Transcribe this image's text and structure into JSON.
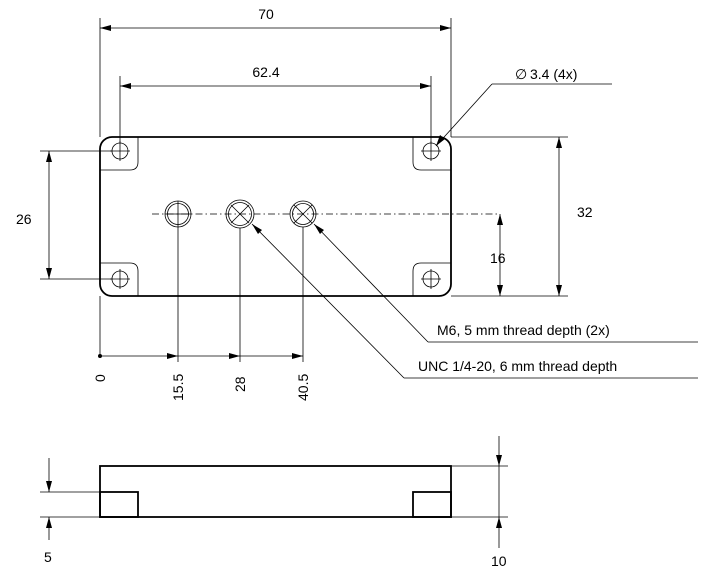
{
  "dimensions": {
    "overall_width": "70",
    "hole_spacing": "62.4",
    "hole_spec": "3.4 (4x)",
    "height_26": "26",
    "height_32": "32",
    "offset_16": "16",
    "x_0": "0",
    "x_15_5": "15.5",
    "x_28": "28",
    "x_40_5": "40.5",
    "side_5": "5",
    "side_10": "10"
  },
  "callouts": {
    "m6": "M6, 5 mm thread depth (2x)",
    "unc": "UNC 1/4-20, 6 mm thread depth"
  },
  "symbols": {
    "diameter": "∅"
  }
}
